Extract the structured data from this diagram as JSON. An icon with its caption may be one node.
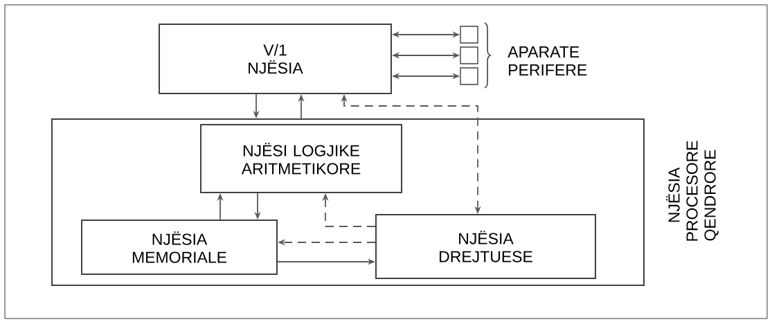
{
  "diagram": {
    "nodes": [
      {
        "text": [
          "NJËSIA PROCESORE QENDRORE"
        ]
      },
      {
        "text": [
          "V/1 NJËSIA"
        ]
      },
      {
        "text": [
          "NJËSI LOGJIKE ARITMETIKORE"
        ],
        "in": 0
      },
      {
        "text": [
          "NJËSIA MEMORIALE"
        ],
        "in": 0
      },
      {
        "text": [
          "NJËSIA DREJTUESE"
        ],
        "in": 0
      },
      {
        "text": [],
        "shape": "box"
      },
      {
        "text": [],
        "shape": "box"
      },
      {
        "text": [],
        "shape": "box"
      }
    ],
    "edges": [
      {
        "from": 1,
        "to": 5,
        "arrow": "both"
      },
      {
        "from": 1,
        "to": 6,
        "arrow": "both"
      },
      {
        "from": 1,
        "to": 7,
        "arrow": "both"
      },
      {
        "from": 1,
        "to": 0,
        "arrow": "to"
      },
      {
        "from": 0,
        "to": 1,
        "arrow": "to"
      },
      {
        "from": 1,
        "to": 4,
        "arrow": "both",
        "style": "dashed"
      },
      {
        "from": 3,
        "to": 2,
        "arrow": "to"
      },
      {
        "from": 2,
        "to": 3,
        "arrow": "to"
      },
      {
        "from": 4,
        "to": 2,
        "arrow": "to",
        "style": "dashed"
      },
      {
        "from": 4,
        "to": 3,
        "arrow": "to",
        "style": "dashed"
      },
      {
        "from": 3,
        "to": 4,
        "arrow": "to"
      }
    ],
    "labels": [
      "APARATE PERIFERE"
    ]
  }
}
